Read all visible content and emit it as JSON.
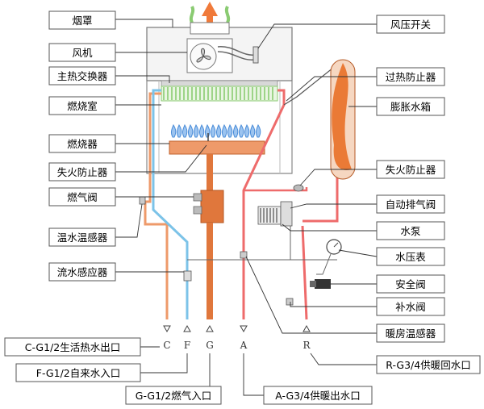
{
  "labels": {
    "flue_hood": "烟罩",
    "fan": "风机",
    "main_heat_exchanger": "主热交换器",
    "combustion_chamber": "燃烧室",
    "burner": "燃烧器",
    "flame_failure_left": "失火防止器",
    "gas_valve": "燃气阀",
    "hot_water_temp_sensor": "温水温感器",
    "flow_sensor": "流水感应器",
    "air_pressure_switch": "风压开关",
    "overheat_protector": "过热防止器",
    "expansion_tank": "膨胀水箱",
    "flame_failure_right": "失火防止器",
    "auto_air_vent": "自动排气阀",
    "water_pump": "水泵",
    "pressure_gauge": "水压表",
    "safety_valve": "安全阀",
    "refill_valve": "补水阀",
    "heating_temp_sensor": "暖房温感器"
  },
  "ports": {
    "c_letter": "C",
    "f_letter": "F",
    "g_letter": "G",
    "a_letter": "A",
    "r_letter": "R",
    "c_label": "C-G1/2生活热水出口",
    "f_label": "F-G1/2自来水入口",
    "g_label": "G-G1/2燃气入口",
    "a_label": "A-G3/4供暖出水口",
    "r_label": "R-G3/4供暖回水口"
  },
  "colors": {
    "hot_pipe": "#ee9a6a",
    "cold_pipe": "#7cc3e8",
    "gas_pipe": "#e0773c",
    "heating_pipe": "#ee6b6b",
    "return_pipe": "#ee6b6b",
    "tank_fill": "#ea7a36",
    "label_border": "#555555",
    "flame": "#4a8cd8",
    "exhaust_arrow": "#f07a3a",
    "exchanger_green": "#8acb72"
  }
}
